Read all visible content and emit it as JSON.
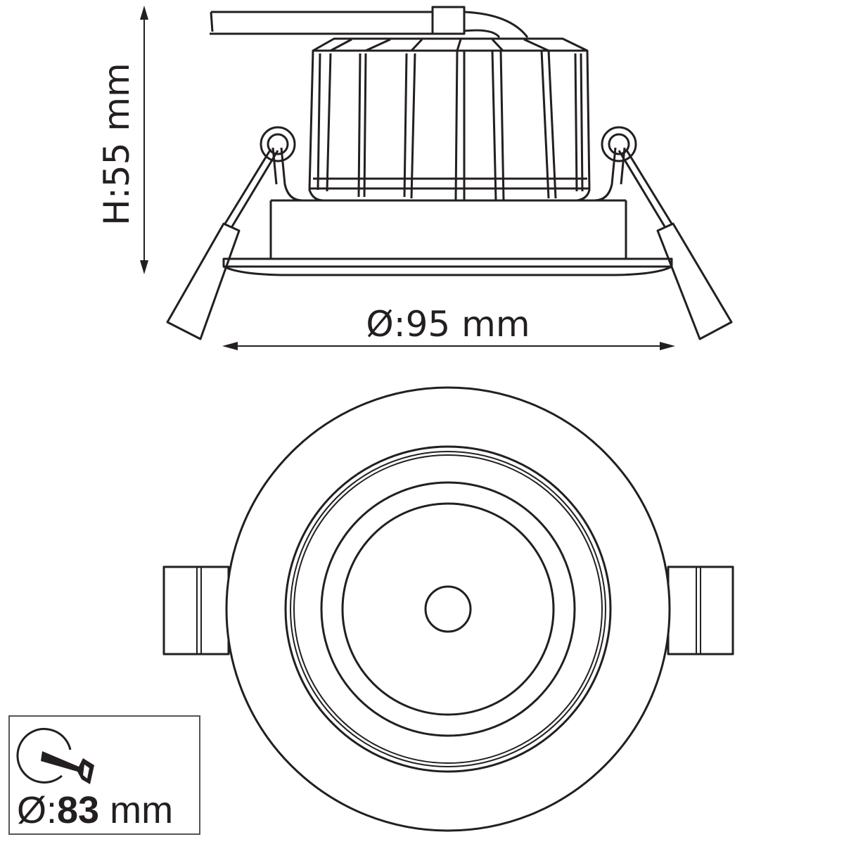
{
  "dimensions": {
    "height_label": "H:55 mm",
    "diameter_label": "Ø:95 mm",
    "cutout": {
      "symbol": "Ø:",
      "value": "83",
      "unit": " mm",
      "icon": "saw-cutout-icon"
    }
  },
  "colors": {
    "line": "#231f20",
    "background": "#ffffff"
  }
}
